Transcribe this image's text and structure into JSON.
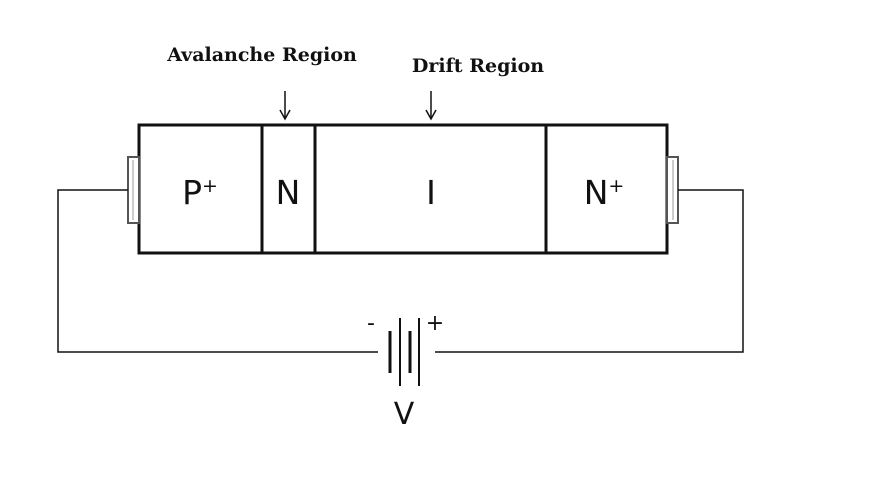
{
  "annotations": {
    "avalanche_region": "Avalanche Region",
    "drift_region": "Drift Region"
  },
  "layers": {
    "p_plus": {
      "base": "P",
      "sup": "+"
    },
    "n": {
      "base": "N"
    },
    "i": {
      "base": "I"
    },
    "n_plus": {
      "base": "N",
      "sup": "+"
    }
  },
  "battery": {
    "negative_sign": "-",
    "positive_sign": "+",
    "label": "V"
  },
  "colors": {
    "line": "#111111",
    "background": "#ffffff",
    "contact": "#555555"
  }
}
